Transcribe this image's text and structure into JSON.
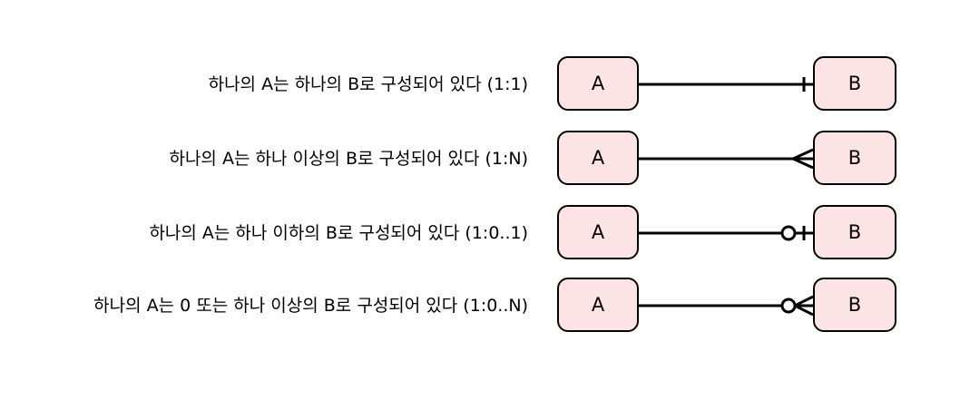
{
  "rows": [
    {
      "label": "하나의 A는 하나의 B로 구성되어 있다 (1:1)",
      "entity_a": "A",
      "entity_b": "B",
      "cardinality": "one"
    },
    {
      "label": "하나의 A는 하나 이상의 B로 구성되어 있다 (1:N)",
      "entity_a": "A",
      "entity_b": "B",
      "cardinality": "many"
    },
    {
      "label": "하나의 A는 하나 이하의 B로 구성되어 있다 (1:0..1)",
      "entity_a": "A",
      "entity_b": "B",
      "cardinality": "zero-or-one"
    },
    {
      "label": "하나의 A는 0 또는 하나 이상의 B로 구성되어 있다 (1:0..N)",
      "entity_a": "A",
      "entity_b": "B",
      "cardinality": "zero-or-many"
    }
  ],
  "colors": {
    "entity_fill": "#fde4e4",
    "stroke": "#000000"
  }
}
